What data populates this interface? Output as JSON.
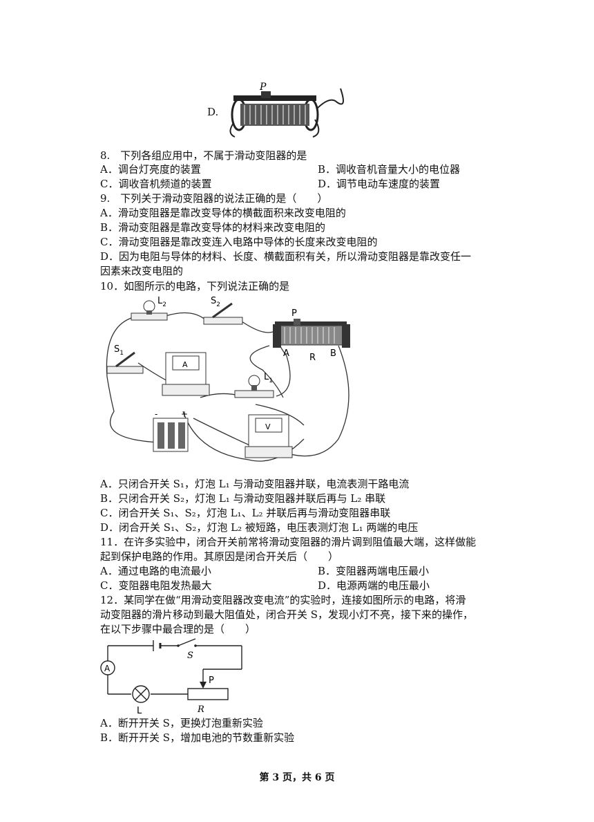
{
  "q7": {
    "option_d": "D."
  },
  "q8": {
    "stem": "8.　下列各组应用中，不属于滑动变阻器的是",
    "A": "A．调台灯亮度的装置",
    "B": "B．调收音机音量大小的电位器",
    "C": "C．调收音机频道的装置",
    "D": "D．调节电动车速度的装置"
  },
  "q9": {
    "stem": "9.　下列关于滑动变阻器的说法正确的是（　　）",
    "A": "A．滑动变阻器是靠改变导体的横截面积来改变电阻的",
    "B": "B．滑动变阻器是靠改变导体的材料来改变电阻的",
    "C": "C．滑动变阻器是靠改变连入电路中导体的长度来改变电阻的",
    "D1": "D．因为电阻与导体的材料、长度、横截面积有关，所以滑动变阻器是靠改变任一",
    "D2": "因素来改变电阻的"
  },
  "q10": {
    "stem": "10．如图所示的电路，下列说法正确的是",
    "fig_labels": {
      "L2": "L",
      "L2_sub": "2",
      "S2": "S",
      "S2_sub": "2",
      "P": "P",
      "S1": "S",
      "S1_sub": "1",
      "A": "A",
      "R": "R",
      "B": "B",
      "L1": "L",
      "L1_sub": "1",
      "ammeter": "A",
      "voltmeter": "V",
      "minus": "-",
      "plus": "+"
    },
    "A": "A．只闭合开关 S₁，灯泡 L₁ 与滑动变阻器并联，电流表测干路电流",
    "B": "B．只闭合开关 S₂，灯泡 L₁ 与滑动变阻器并联后再与 L₂ 串联",
    "C": "C．闭合开关 S₁、S₂，灯泡 L₁、L₂ 并联后再与滑动变阻器串联",
    "D": "D．闭合开关 S₁、S₂，灯泡 L₂ 被短路，电压表测灯泡 L₁ 两端的电压"
  },
  "q11": {
    "stem1": "11．在许多实验中，闭合开关前常将滑动变阻器的滑片调到阻值最大端，这样做能",
    "stem2": "起到保护电路的作用。其原因是闭合开关后（　　）",
    "A": "A．通过电路的电流最小",
    "B": "B．变阻器两端电压最小",
    "C": "C．变阻器电阻发热最大",
    "D": "D．电源两端的电压最小"
  },
  "q12": {
    "stem1": "12．某同学在做“用滑动变阻器改变电流”的实验时，连接如图所示的电路，将滑",
    "stem2": "动变阻器的滑片移动到最大阻值处，闭合开关 S，发现小灯不亮，接下来的操作，",
    "stem3": "在以下步骤中最合理的是（　　）",
    "fig_labels": {
      "A": "A",
      "S": "S",
      "P": "P",
      "L": "L",
      "R": "R"
    },
    "A": "A．断开开关 S，更换灯泡重新实验",
    "B": "B．断开开关 S，增加电池的节数重新实验"
  },
  "footer": "第 3 页，共 6 页"
}
